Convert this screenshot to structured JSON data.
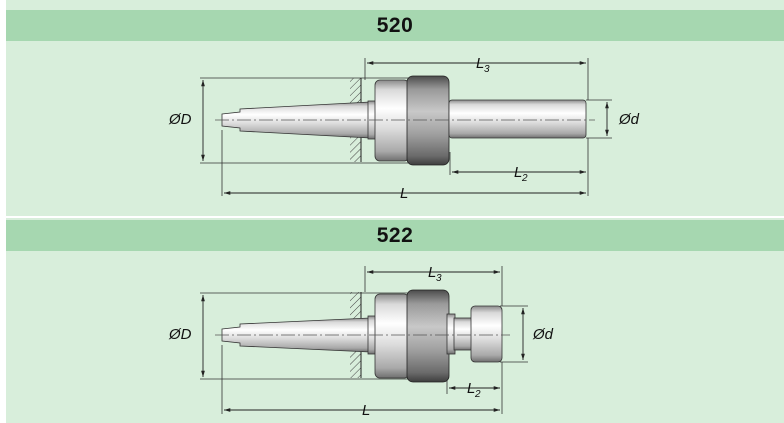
{
  "diagrams": [
    {
      "model": "520",
      "labels": {
        "outer_diameter": "ØD",
        "shaft_diameter": "Ød",
        "total_length": "L",
        "l2_main": "L",
        "l2_sub": "2",
        "l3_main": "L",
        "l3_sub": "3"
      }
    },
    {
      "model": "522",
      "labels": {
        "outer_diameter": "ØD",
        "shaft_diameter": "Ød",
        "total_length": "L",
        "l2_main": "L",
        "l2_sub": "2",
        "l3_main": "L",
        "l3_sub": "3"
      }
    }
  ],
  "colors": {
    "panel_bg": "#d8eedb",
    "band_bg": "#a6d7b0",
    "metal_light": "#f2f2f2",
    "metal_mid": "#c4c4c4",
    "metal_dark": "#7c7c7c",
    "dimension_line": "#222222"
  }
}
